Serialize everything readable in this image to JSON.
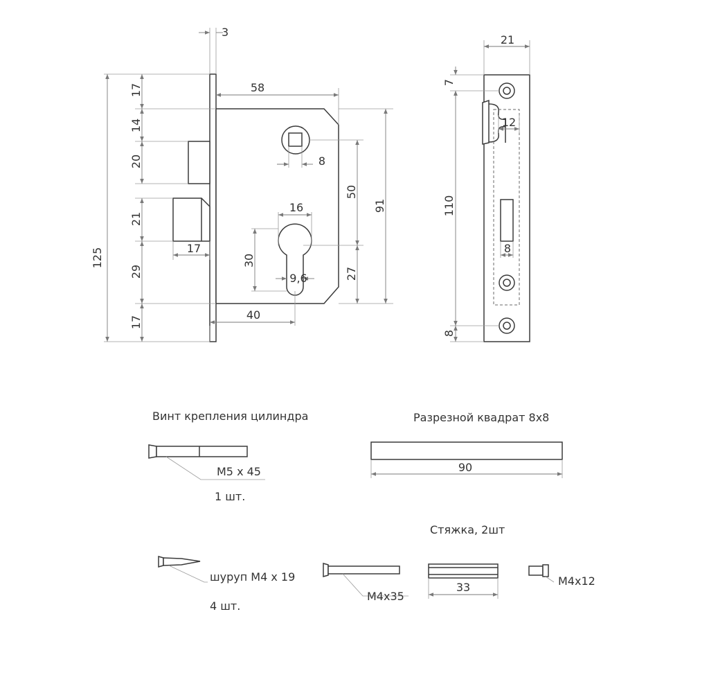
{
  "dimensions": {
    "plate_thickness": "3",
    "body_width": "58",
    "front_17_top": "17",
    "front_14": "14",
    "front_20": "20",
    "front_21": "21",
    "front_29": "29",
    "front_17_bottom": "17",
    "total_height": "125",
    "latch_projection": "17",
    "spindle_square": "8",
    "cylinder_width": "16",
    "cylinder_height": "30",
    "cylinder_slot": "9,6",
    "backset": "40",
    "spindle_to_cylinder": "50",
    "cylinder_to_bottom": "27",
    "body_height": "91",
    "strike_width": "21",
    "strike_top_offset": "7",
    "strike_latch_width": "12",
    "strike_hole_spacing": "110",
    "strike_bolt_width": "8",
    "strike_bottom_offset": "8"
  },
  "parts": {
    "cylinder_screw": {
      "title": "Винт крепления цилиндра",
      "spec": "M5 x 45",
      "qty": "1 шт."
    },
    "spindle": {
      "title": "Разрезной квадрат 8х8",
      "length": "90"
    },
    "wood_screw": {
      "spec": "шуруп М4 х 19",
      "qty": "4 шт."
    },
    "tie": {
      "title": "Стяжка, 2шт",
      "bolt": "M4x35",
      "sleeve_length": "33",
      "nut": "M4x12"
    }
  },
  "icons": [
    "mortise-lock-front-view",
    "strike-plate-view",
    "cylinder-screw-icon",
    "spindle-bar-icon",
    "wood-screw-icon",
    "tie-bolt-icon",
    "tie-sleeve-icon",
    "tie-nut-icon"
  ]
}
